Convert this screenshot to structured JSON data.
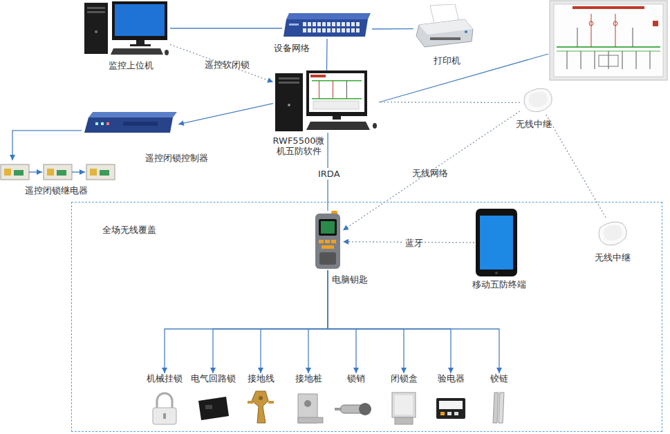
{
  "diagram": {
    "nodes": [
      {
        "text": [
          "监控上位机"
        ]
      },
      {
        "text": [
          "设备网络"
        ]
      },
      {
        "text": [
          "打印机"
        ]
      },
      {
        "text": [
          "RWF5500微 机五防软件"
        ]
      },
      {
        "text": [
          "无线中继"
        ]
      },
      {
        "text": [
          "遥控闭锁控制器"
        ]
      },
      {
        "text": [
          "遥控闭锁继电器"
        ]
      },
      {
        "text": [
          "全场无线覆盖"
        ]
      },
      {
        "text": [
          "电脑钥匙"
        ],
        "in": 7
      },
      {
        "text": [
          "移动五防终端"
        ],
        "in": 7
      },
      {
        "text": [
          "无线中继"
        ],
        "in": 7
      },
      {
        "text": [
          "机械挂锁"
        ],
        "in": 7
      },
      {
        "text": [
          "电气回路锁"
        ],
        "in": 7
      },
      {
        "text": [
          "接地线"
        ],
        "in": 7
      },
      {
        "text": [
          "接地桩"
        ],
        "in": 7
      },
      {
        "text": [
          "锁销"
        ],
        "in": 7
      },
      {
        "text": [
          "闭锁盒"
        ],
        "in": 7
      },
      {
        "text": [
          "验电器"
        ],
        "in": 7
      },
      {
        "text": [
          "铰链"
        ],
        "in": 7
      }
    ],
    "edges": [
      {
        "from": 0,
        "to": 1,
        "arrow": "none"
      },
      {
        "from": 1,
        "to": 2,
        "arrow": "none"
      },
      {
        "from": 1,
        "to": 3,
        "arrow": "none"
      },
      {
        "from": 0,
        "to": 3,
        "arrow": "to",
        "label": "遥控软闭锁"
      },
      {
        "from": 3,
        "to": 5,
        "arrow": "to"
      },
      {
        "from": 5,
        "to": 6,
        "arrow": "to"
      },
      {
        "from": 3,
        "to": 4,
        "arrow": "none"
      },
      {
        "from": 3,
        "to": 8,
        "arrow": "none",
        "label": "IRDA"
      },
      {
        "from": 4,
        "to": 8,
        "arrow": "to",
        "label": "无线网络"
      },
      {
        "from": 4,
        "to": 10,
        "arrow": "none"
      },
      {
        "from": 9,
        "to": 8,
        "arrow": "to",
        "label": "蓝牙"
      },
      {
        "from": 8,
        "to": 11,
        "arrow": "to"
      },
      {
        "from": 8,
        "to": 12,
        "arrow": "to"
      },
      {
        "from": 8,
        "to": 13,
        "arrow": "to"
      },
      {
        "from": 8,
        "to": 14,
        "arrow": "to"
      },
      {
        "from": 8,
        "to": 15,
        "arrow": "to"
      },
      {
        "from": 8,
        "to": 16,
        "arrow": "to"
      },
      {
        "from": 8,
        "to": 17,
        "arrow": "to"
      },
      {
        "from": 8,
        "to": 18,
        "arrow": "to"
      }
    ]
  }
}
